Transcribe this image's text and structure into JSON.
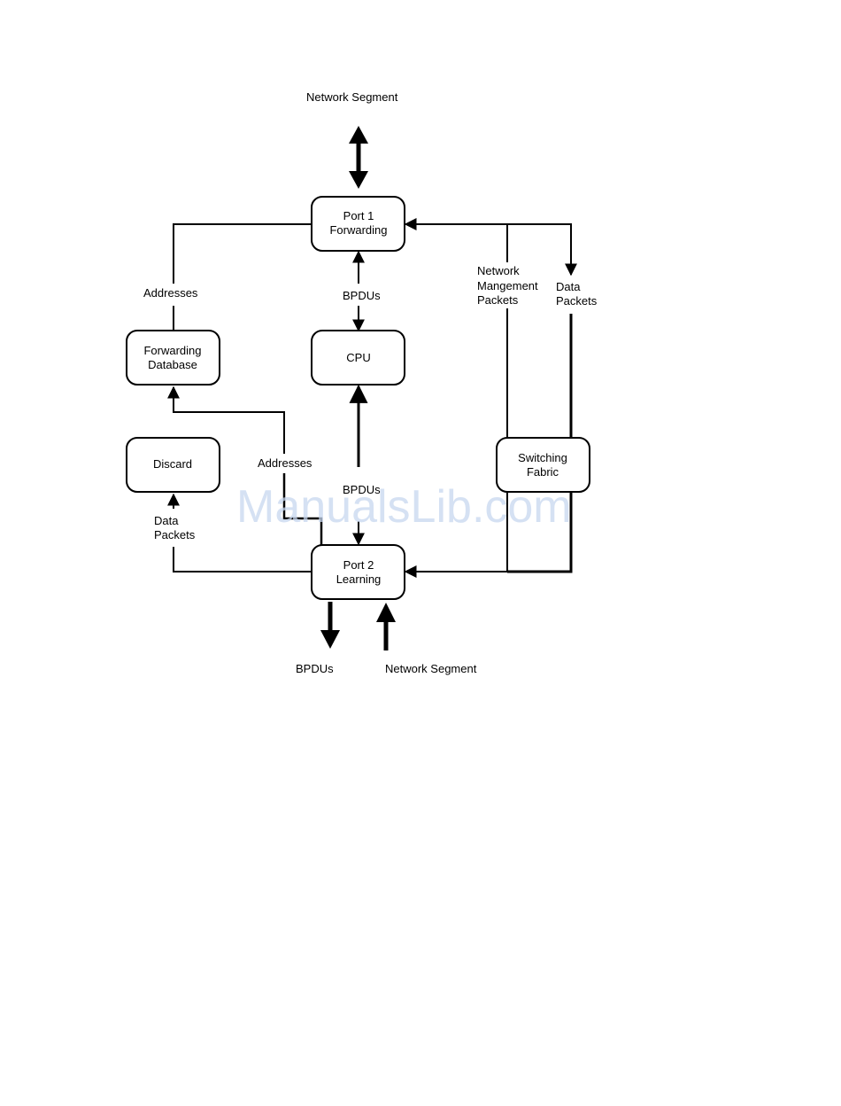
{
  "diagram": {
    "boxes": {
      "port1": [
        "Port 1",
        "Forwarding"
      ],
      "cpu": [
        "CPU"
      ],
      "fwd_db": [
        "Forwarding",
        "Database"
      ],
      "discard": [
        "Discard"
      ],
      "switching": [
        "Switching",
        "Fabric"
      ],
      "port2": [
        "Port 2",
        "Learning"
      ]
    },
    "labels": {
      "network_segment_top": "Network Segment",
      "addresses_left": "Addresses",
      "bpdus_upper": "BPDUs",
      "net_mgmt_packets": [
        "Network",
        "Mangement",
        "Packets"
      ],
      "data_packets_right": [
        "Data",
        "Packets"
      ],
      "addresses_mid": "Addresses",
      "bpdus_lower": "BPDUs",
      "data_packets_left": [
        "Data",
        "Packets"
      ],
      "bpdus_bottom": "BPDUs",
      "network_segment_bottom": "Network Segment"
    }
  },
  "watermark": "ManualsLib.com",
  "colors": {
    "line": "#000000",
    "watermark": "#c7d7ef"
  }
}
